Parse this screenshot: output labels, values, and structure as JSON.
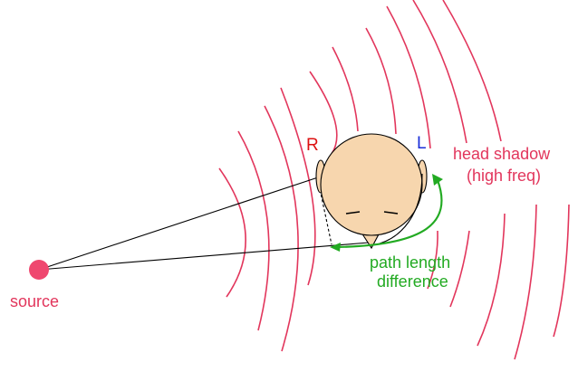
{
  "labels": {
    "right_ear": "R",
    "left_ear": "L",
    "head_shadow_line1": "head shadow",
    "head_shadow_line2": "(high freq)",
    "path_line1": "path length",
    "path_line2": "difference",
    "source": "source"
  },
  "colors": {
    "wave": "#e2365c",
    "path": "#22aa22",
    "right_label": "#dd1111",
    "left_label": "#1a2ed8",
    "source_label": "#e2365c",
    "source_dot": "#ef476f",
    "skin": "#f7d6ae",
    "line": "#000000"
  }
}
